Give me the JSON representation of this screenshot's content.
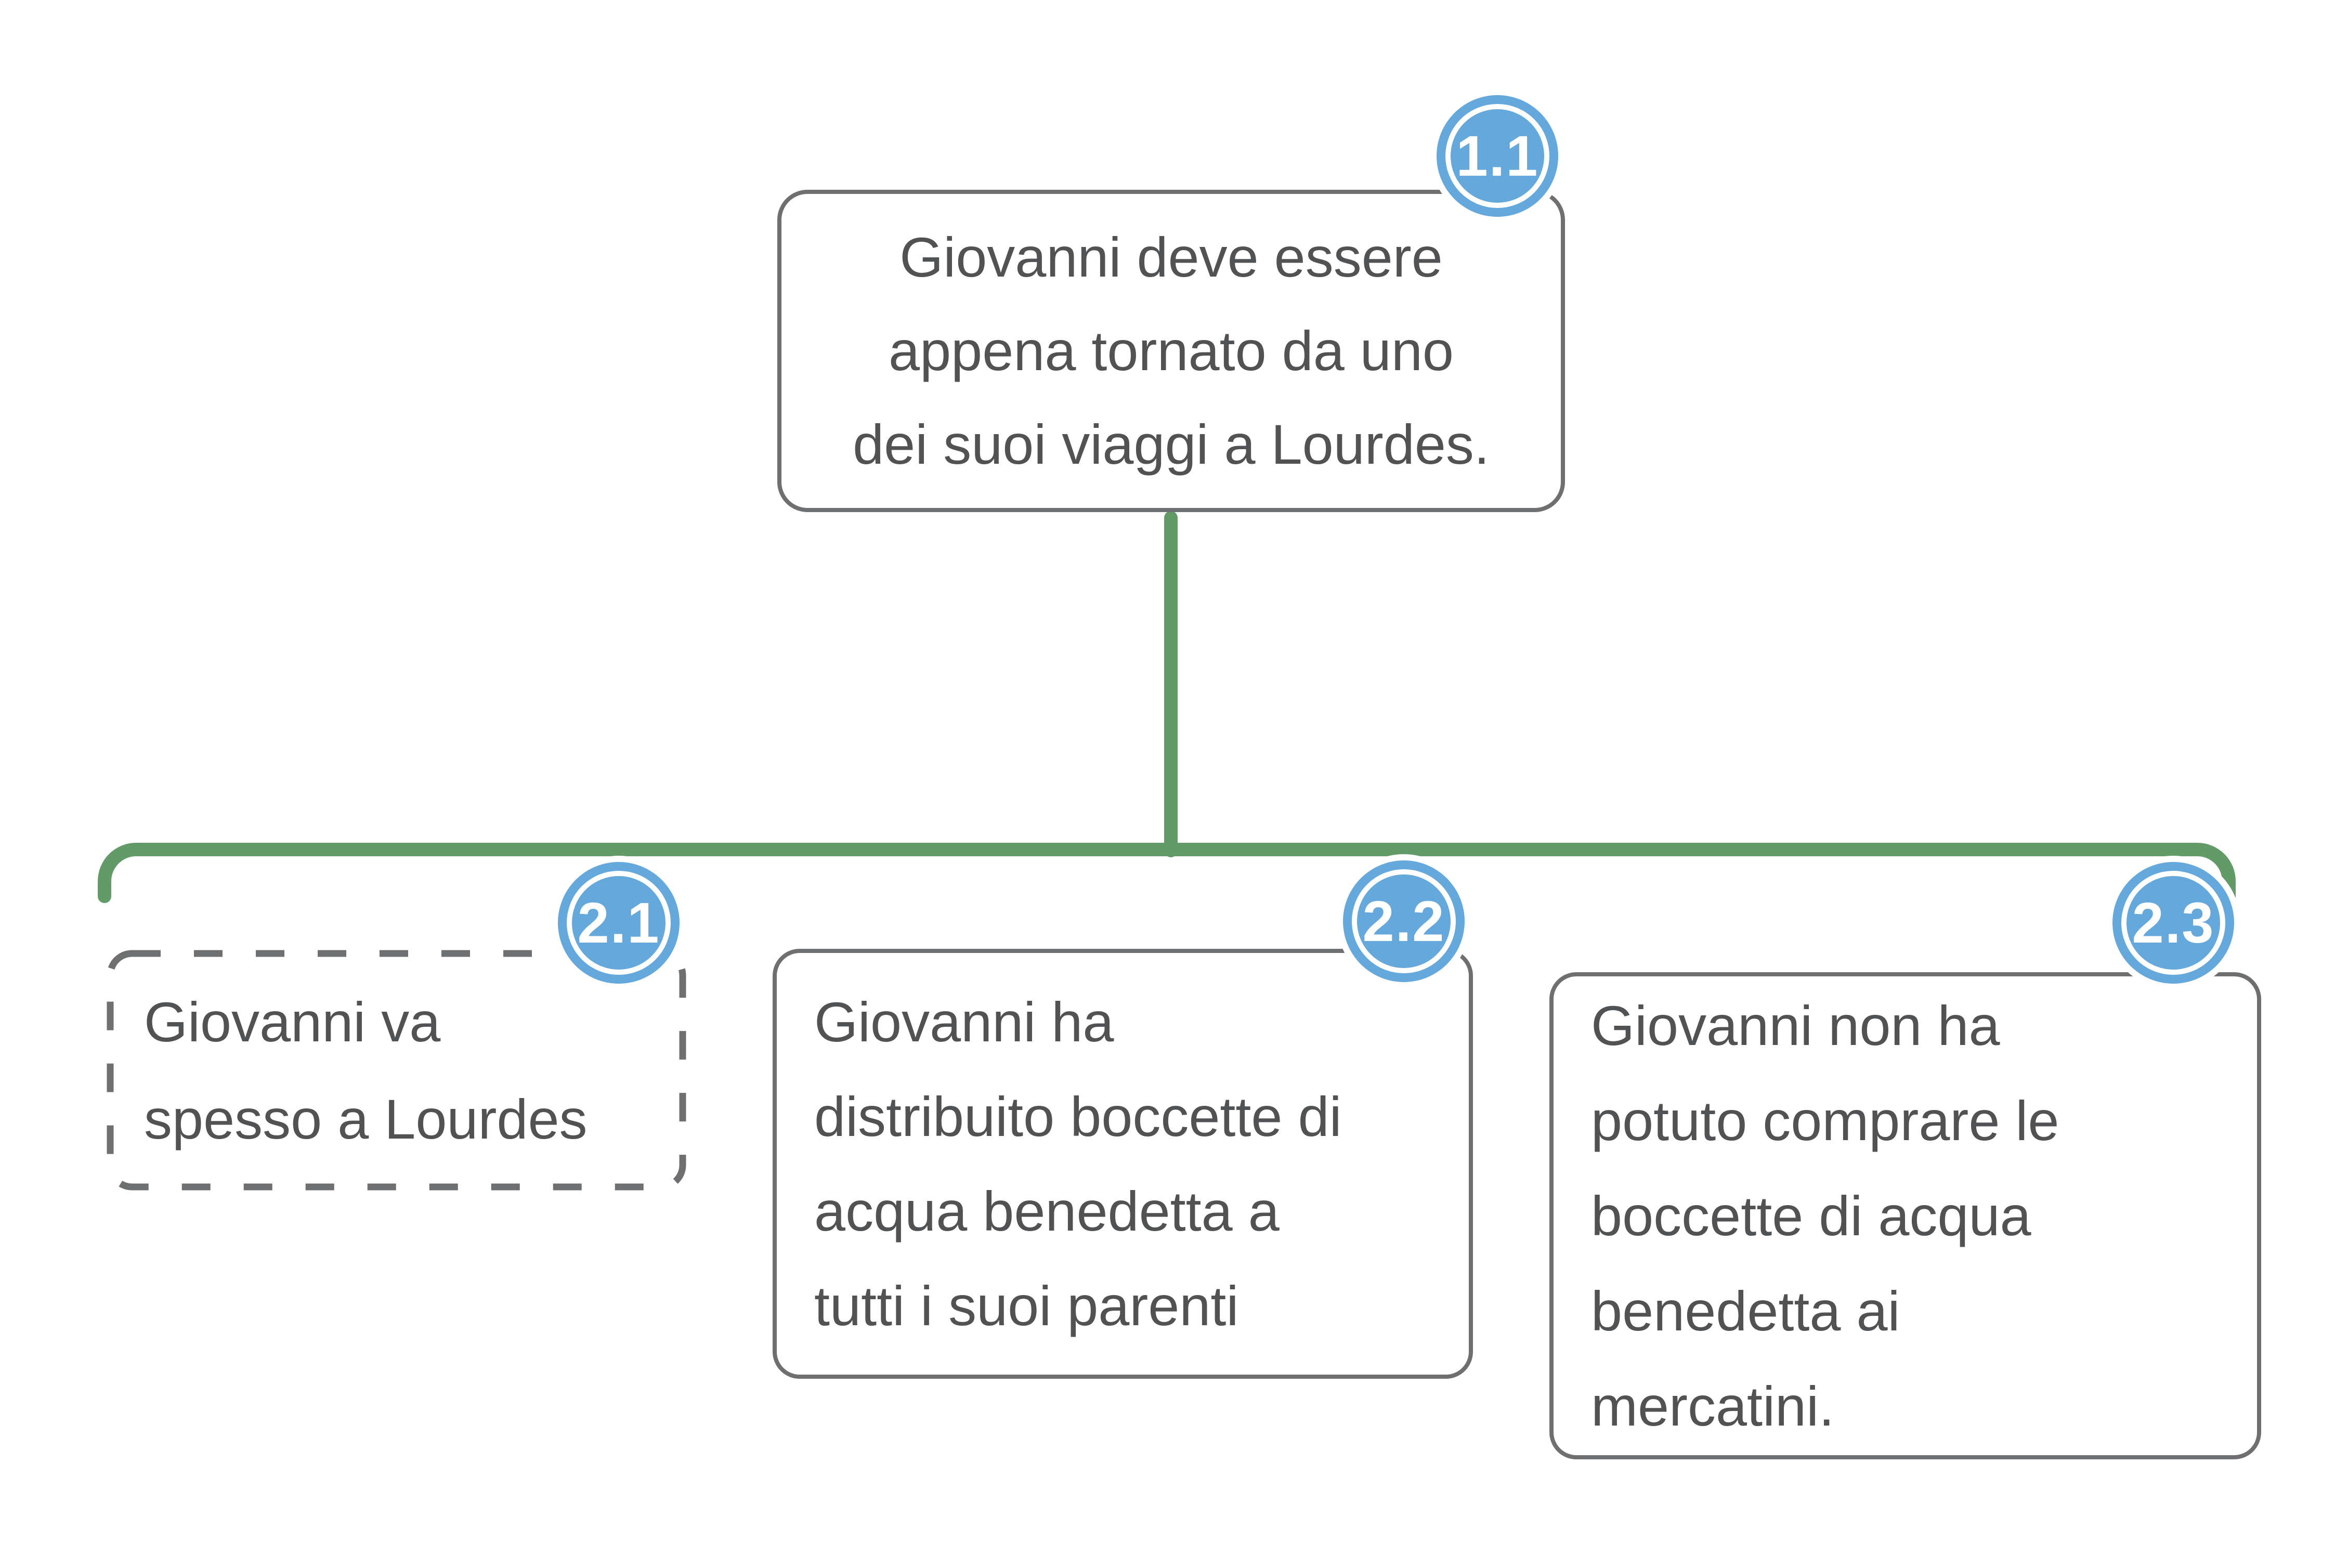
{
  "colors": {
    "connector_green": "#629b68",
    "badge_blue": "#64a8dc",
    "node_border_gray": "#6e6f71",
    "text_gray": "#515254",
    "background": "#ffffff"
  },
  "nodes": [
    {
      "id": "1.1",
      "border": "solid",
      "text": "Giovanni deve essere appena tornato da uno dei suoi viaggi a Lourdes.",
      "lines": [
        "Giovanni deve essere",
        "appena tornato da uno",
        "dei suoi viaggi a Lourdes."
      ]
    },
    {
      "id": "2.1",
      "border": "dashed",
      "text": "Giovanni va spesso a Lourdes",
      "lines": [
        "Giovanni va",
        "spesso a Lourdes"
      ]
    },
    {
      "id": "2.2",
      "border": "solid",
      "text": "Giovanni ha distribuito boccette di acqua benedetta a tutti i suoi parenti",
      "lines": [
        "Giovanni ha",
        "distribuito boccette di",
        "acqua benedetta a",
        "tutti i suoi parenti"
      ]
    },
    {
      "id": "2.3",
      "border": "solid",
      "text": "Giovanni non ha potuto comprare le boccette di acqua benedetta ai mercatini.",
      "lines": [
        "Giovanni non ha",
        "potuto comprare le",
        "boccette di acqua",
        "benedetta ai",
        "mercatini."
      ]
    }
  ]
}
